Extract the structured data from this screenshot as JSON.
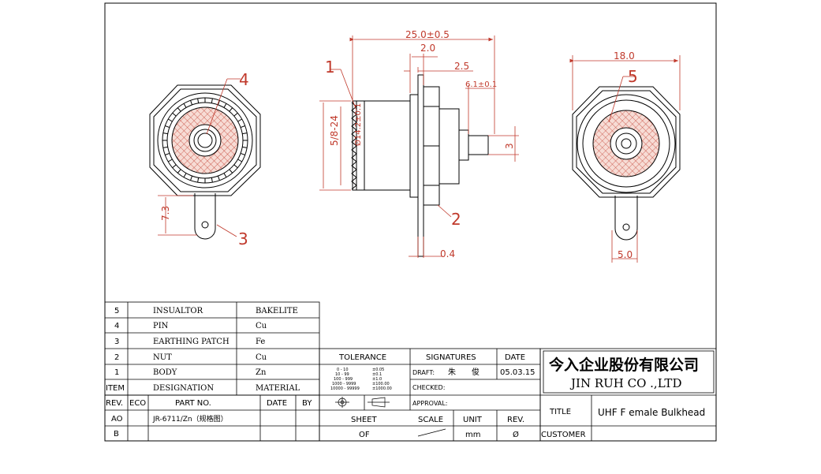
{
  "dimensions": {
    "overall_length": "25.0±0.5",
    "d_2_0": "2.0",
    "d_2_5": "2.5",
    "d_6_1": "6.1±0.1",
    "thread": "5/8-24",
    "body_dia": "Ø14.2±0.1",
    "pin_3": "3",
    "tab_7_3": "7.3",
    "width_18": "18.0",
    "tab_5_0": "5.0",
    "thick_0_4": "0.4"
  },
  "balloons": {
    "b1": "1",
    "b2": "2",
    "b3": "3",
    "b4": "4",
    "b5": "5"
  },
  "bom": {
    "rows": [
      {
        "item": "5",
        "designation": "INSUALTOR",
        "material": "BAKELITE"
      },
      {
        "item": "4",
        "designation": "PIN",
        "material": "Cu"
      },
      {
        "item": "3",
        "designation": "EARTHING PATCH",
        "material": "Fe"
      },
      {
        "item": "2",
        "designation": "NUT",
        "material": "Cu"
      },
      {
        "item": "1",
        "designation": "BODY",
        "material": "Zn"
      }
    ],
    "header": {
      "item": "ITEM",
      "designation": "DESIGNATION",
      "material": "MATERIAL"
    }
  },
  "revision": {
    "header": {
      "rev": "REV.",
      "eco": "ECO",
      "part": "PART NO.",
      "date": "DATE",
      "by": "BY"
    },
    "rows": [
      {
        "rev": "AO",
        "part": "JR-6711/Zn（规格图）"
      },
      {
        "rev": "B",
        "part": ""
      }
    ]
  },
  "tolerance": {
    "label": "TOLERANCE",
    "lines": [
      {
        "range": "0 - 10",
        "tol": "±0.05"
      },
      {
        "range": "10 - 99",
        "tol": "±0.1"
      },
      {
        "range": "100 - 999",
        "tol": "±1.0"
      },
      {
        "range": "1000 - 9999",
        "tol": "±100.00"
      },
      {
        "range": "10000 - 99999",
        "tol": "±1000.00"
      }
    ]
  },
  "signatures": {
    "label": "SIGNATURES",
    "date_label": "DATE",
    "draft_label": "DRAFT:",
    "draft_name": "朱　　俊",
    "draft_date": "05.03.15",
    "checked_label": "CHECKED:",
    "approval_label": "APPROVAL:"
  },
  "company": {
    "cn": "今入企业股份有限公司",
    "en": "JIN  RUH  CO .,LTD"
  },
  "title_block": {
    "title_label": "TITLE",
    "title_value": "UHF F emale Bulkhead",
    "customer_label": "CUSTOMER",
    "sheet_label": "SHEET",
    "sheet_value": "OF",
    "scale_label": "SCALE",
    "unit_label": "UNIT",
    "unit_value": "mm",
    "rev_label": "REV.",
    "rev_value": "Ø"
  },
  "colors": {
    "line": "#000000",
    "dimension": "#c0392b",
    "hatch": "#c0392b",
    "fill": "#f7dcd5"
  }
}
